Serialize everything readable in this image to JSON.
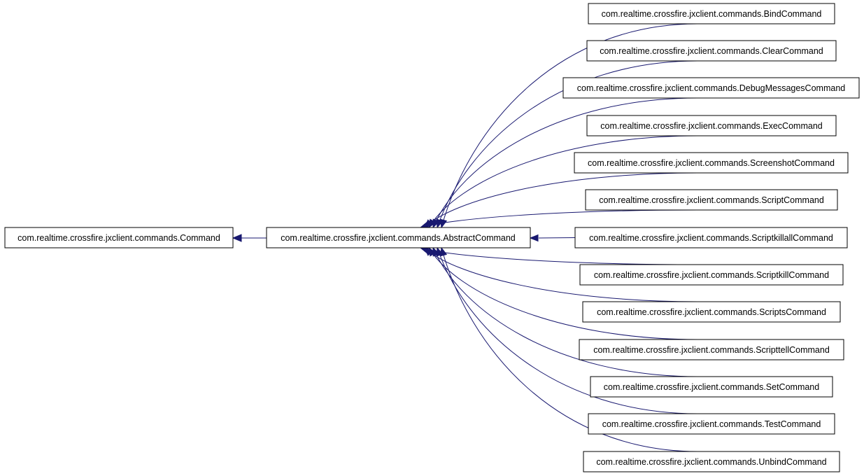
{
  "colors": {
    "edge": "#191970",
    "node_border": "#000000",
    "node_fill": "#ffffff",
    "text": "#000000"
  },
  "nodes": {
    "command": "com.realtime.crossfire.jxclient.commands.Command",
    "abstract": "com.realtime.crossfire.jxclient.commands.AbstractCommand",
    "subclasses": [
      "com.realtime.crossfire.jxclient.commands.BindCommand",
      "com.realtime.crossfire.jxclient.commands.ClearCommand",
      "com.realtime.crossfire.jxclient.commands.DebugMessagesCommand",
      "com.realtime.crossfire.jxclient.commands.ExecCommand",
      "com.realtime.crossfire.jxclient.commands.ScreenshotCommand",
      "com.realtime.crossfire.jxclient.commands.ScriptCommand",
      "com.realtime.crossfire.jxclient.commands.ScriptkillallCommand",
      "com.realtime.crossfire.jxclient.commands.ScriptkillCommand",
      "com.realtime.crossfire.jxclient.commands.ScriptsCommand",
      "com.realtime.crossfire.jxclient.commands.ScripttellCommand",
      "com.realtime.crossfire.jxclient.commands.SetCommand",
      "com.realtime.crossfire.jxclient.commands.TestCommand",
      "com.realtime.crossfire.jxclient.commands.UnbindCommand"
    ]
  }
}
